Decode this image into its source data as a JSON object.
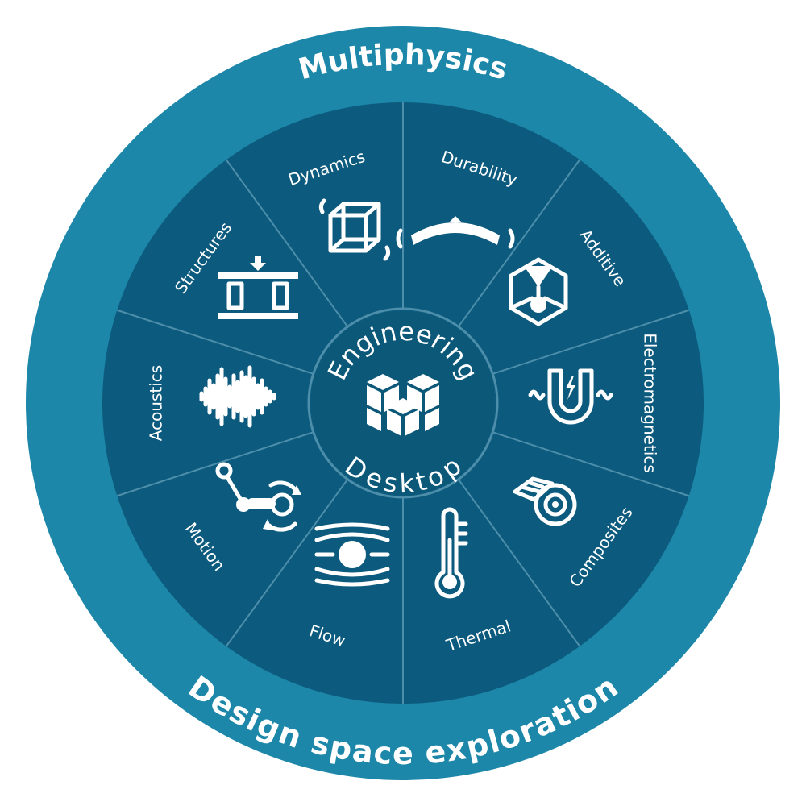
{
  "outer_top_label": "Multiphysics",
  "outer_bottom_label": "Design space exploration",
  "hub": {
    "top": "Engineering",
    "bottom": "Desktop",
    "icon": "cubes-icon"
  },
  "segments": [
    {
      "label": "Dynamics",
      "icon": "cube-vibration-icon"
    },
    {
      "label": "Durability",
      "icon": "bending-beam-icon"
    },
    {
      "label": "Additive",
      "icon": "3d-printer-icon"
    },
    {
      "label": "Electromagnetics",
      "icon": "magnet-icon"
    },
    {
      "label": "Composites",
      "icon": "composite-roll-icon"
    },
    {
      "label": "Thermal",
      "icon": "thermometer-icon"
    },
    {
      "label": "Flow",
      "icon": "flow-sphere-icon"
    },
    {
      "label": "Motion",
      "icon": "linkage-icon"
    },
    {
      "label": "Acoustics",
      "icon": "sound-wave-icon"
    },
    {
      "label": "Structures",
      "icon": "loaded-beam-icon"
    }
  ],
  "colors": {
    "outer_ring": "#1c87a9",
    "segments": "#0c5a7d",
    "dividers": "#4d8eaa",
    "hub": "#0b5879",
    "text": "#ffffff"
  }
}
